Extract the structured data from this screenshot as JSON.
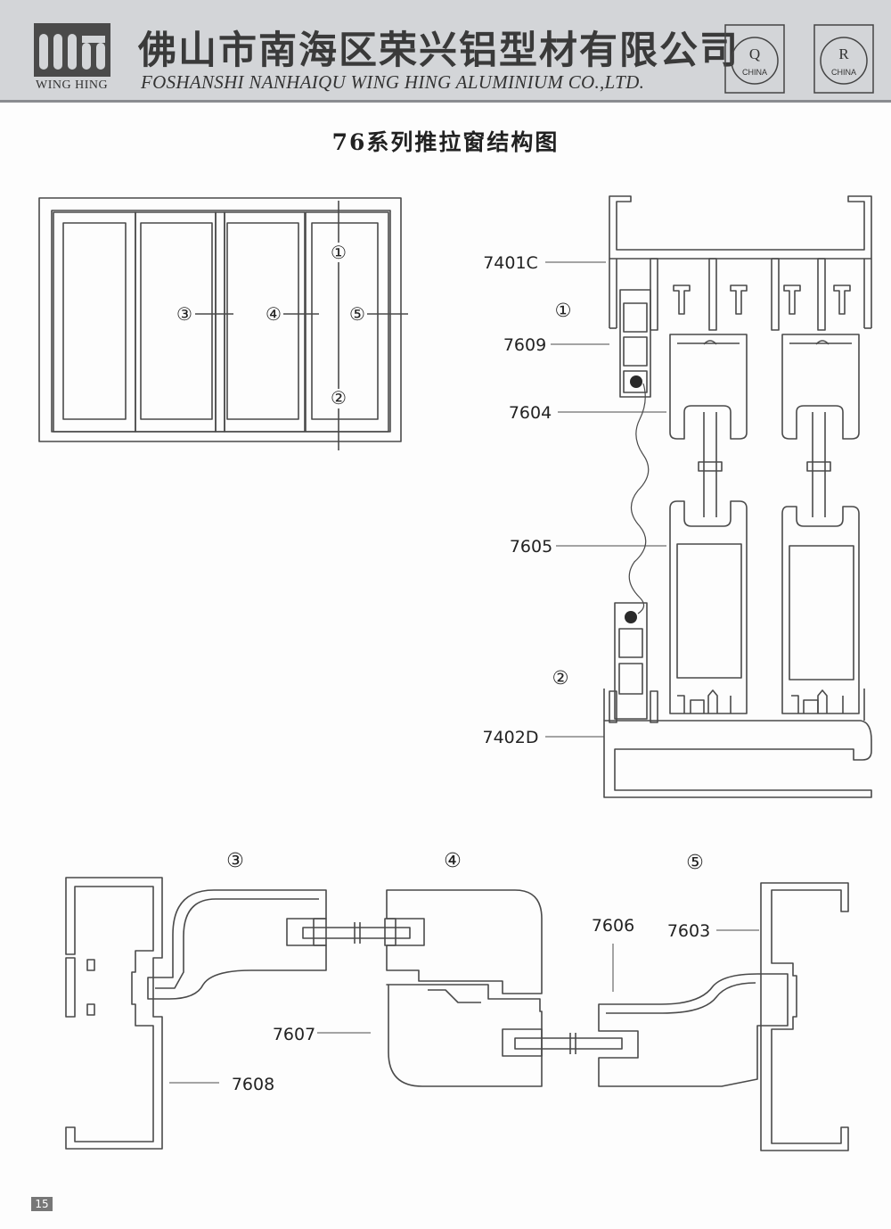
{
  "header": {
    "logo_text": "WING HING",
    "company_cn": "佛山市南海区荣兴铝型材有限公司",
    "company_en": "FOSHANSHI NANHAIQU WING HING ALUMINIUM CO.,LTD.",
    "certs": [
      {
        "letter": "Q",
        "label": "CHINA"
      },
      {
        "letter": "R",
        "label": "CHINA"
      }
    ]
  },
  "title": "76系列推拉窗结构图",
  "elevation": {
    "callouts": [
      "①",
      "②",
      "③",
      "④",
      "⑤"
    ]
  },
  "section_vertical": {
    "markers": [
      "①",
      "②"
    ],
    "parts": [
      "7401C",
      "7609",
      "7604",
      "7605",
      "7402D"
    ]
  },
  "details": {
    "markers": [
      "③",
      "④",
      "⑤"
    ],
    "parts": [
      "7608",
      "7607",
      "7606",
      "7603"
    ]
  },
  "page_number": "15",
  "colors": {
    "header_bg": "#d3d5d8",
    "line": "#4a4a4a",
    "text": "#222222"
  }
}
